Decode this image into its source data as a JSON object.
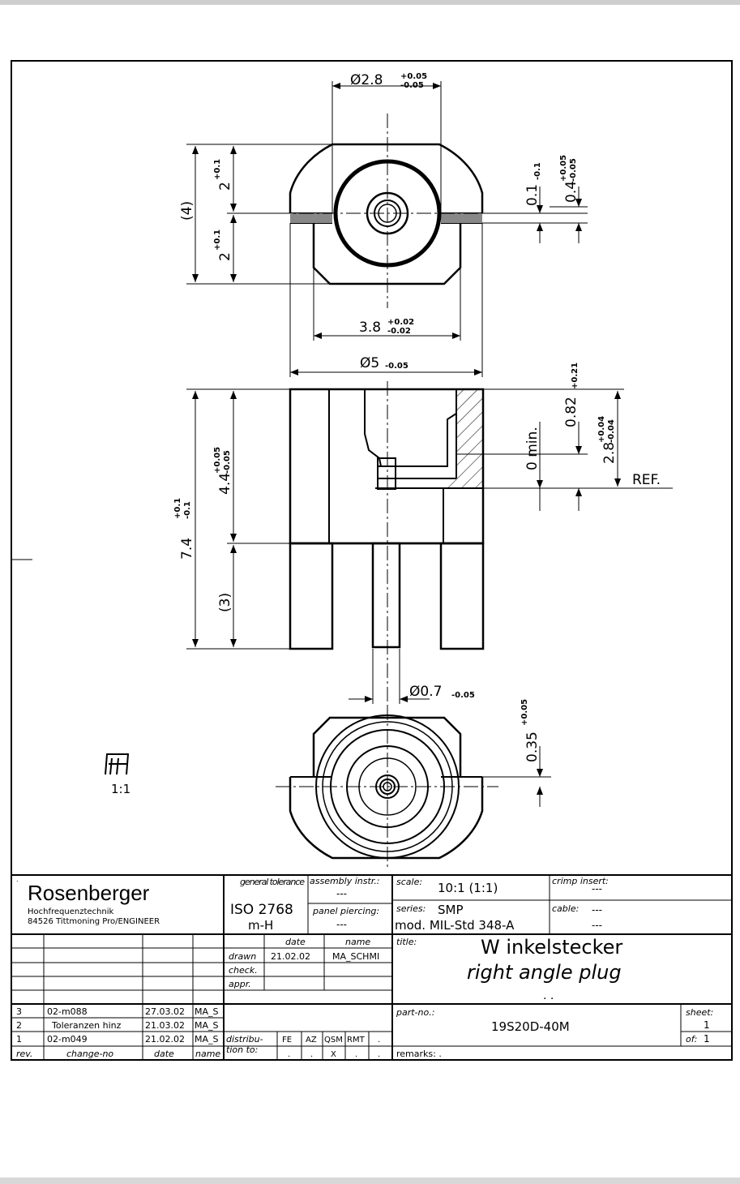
{
  "drawing": {
    "dims": {
      "d28": "Ø2.8",
      "d28_up": "+0.05",
      "d28_lo": "-0.05",
      "h4": "(4)",
      "h2a": "2",
      "h2a_tol": "+0.1",
      "h2b": "2",
      "h2b_tol": "+0.1",
      "t01": "0.1",
      "t01_tol": "-0.1",
      "t04": "0.4",
      "t04_up": "+0.05",
      "t04_lo": "-0.05",
      "w38": "3.8",
      "w38_up": "+0.02",
      "w38_lo": "-0.02",
      "d5": "Ø5",
      "d5_tol": "-0.05",
      "h74": "7.4",
      "h74_up": "+0.1",
      "h74_lo": "-0.1",
      "h44": "4.4",
      "h44_up": "+0.05",
      "h44_lo": "-0.05",
      "h3": "(3)",
      "zmin": "0 min.",
      "t082": "0.82",
      "t082_tol": "+0.21",
      "t28": "2.8",
      "t28_up": "+0.04",
      "t28_lo": "-0.04",
      "ref": "REF.",
      "d07": "Ø0.7",
      "d07_tol": "-0.05",
      "t035": "0.35",
      "t035_tol": "+0.05"
    },
    "scale_mark": "1:1"
  },
  "title_block": {
    "company": "Rosenberger",
    "company_sub1": "Hochfrequenztechnik",
    "company_sub2": "84526 Tittmoning   Pro/ENGINEER",
    "general_tolerance_label": "general tolerance",
    "general_tolerance_value": "ISO 2768",
    "general_tolerance_class": "m-H",
    "assembly_label": "assembly instr.:",
    "assembly_value": "---",
    "panel_label": "panel piercing:",
    "panel_value": "---",
    "scale_label": "scale:",
    "scale_value": "10:1 (1:1)",
    "crimp_label": "crimp insert:",
    "crimp_value": "---",
    "series_label": "series:",
    "series_value": "SMP",
    "mod_value": "mod. MIL-Std 348-A",
    "cable_label": "cable:",
    "cable_value": "---",
    "cable_value2": "---",
    "date_header": "date",
    "name_header": "name",
    "drawn_label": "drawn",
    "drawn_date": "21.02.02",
    "drawn_name": "MA_SCHMI",
    "check_label": "check.",
    "appr_label": "appr.",
    "title_label": "title:",
    "title_de": "W inkelstecker",
    "title_en": "right angle plug",
    "title_dots": ". .",
    "part_label": "part-no.:",
    "part_no": "19S20D-40M",
    "sheet_label": "sheet:",
    "sheet_value": "1",
    "of_label": "of:",
    "of_value": "1",
    "remarks_label": "remarks: .",
    "distribution_label1": "distribu-",
    "distribution_label2": "tion to:",
    "distribution_headers": [
      "FE",
      "AZ",
      "QSM",
      "RMT",
      "."
    ],
    "distribution_values": [
      ".",
      ".",
      "X",
      ".",
      "."
    ],
    "revisions": [
      {
        "rev": "3",
        "change": "02-m088",
        "date": "27.03.02",
        "name": "MA_S"
      },
      {
        "rev": "2",
        "change": "Toleranzen hinz",
        "date": "21.03.02",
        "name": "MA_S"
      },
      {
        "rev": "1",
        "change": "02-m049",
        "date": "21.02.02",
        "name": "MA_S"
      }
    ],
    "rev_headers": {
      "rev": "rev.",
      "change": "change-no",
      "date": "date",
      "name": "name"
    }
  }
}
